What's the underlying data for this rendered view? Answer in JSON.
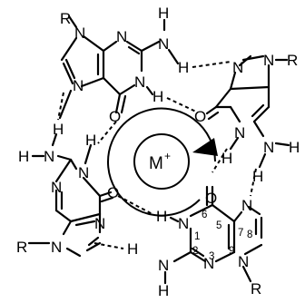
{
  "diagram": {
    "cation": {
      "symbol": "M",
      "charge": "+"
    },
    "labels": {
      "nitrogen": "N",
      "oxygen": "O",
      "hydrogen": "H",
      "substituent": "R",
      "ring_numbers": [
        "1",
        "2",
        "3",
        "5",
        "6",
        "7",
        "8",
        "9"
      ]
    },
    "quartet": {
      "guanine_count": 4,
      "hydrogen_bonds_per_pair": 2,
      "rotation": "clockwise"
    }
  }
}
